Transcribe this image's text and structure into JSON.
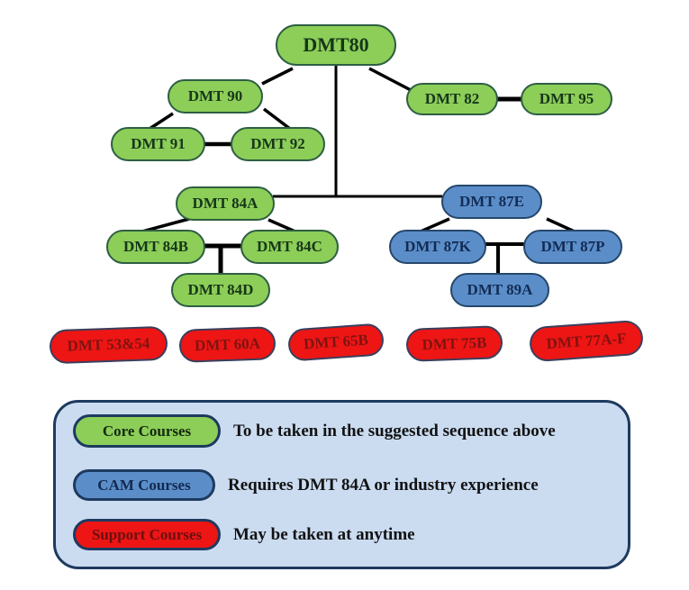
{
  "diagram": {
    "nodes": [
      {
        "id": "dmt80",
        "label": "DMT80",
        "type": "core"
      },
      {
        "id": "dmt90",
        "label": "DMT 90",
        "type": "core"
      },
      {
        "id": "dmt82",
        "label": "DMT 82",
        "type": "core"
      },
      {
        "id": "dmt95",
        "label": "DMT 95",
        "type": "core"
      },
      {
        "id": "dmt91",
        "label": "DMT 91",
        "type": "core"
      },
      {
        "id": "dmt92",
        "label": "DMT 92",
        "type": "core"
      },
      {
        "id": "dmt84a",
        "label": "DMT 84A",
        "type": "core"
      },
      {
        "id": "dmt87e",
        "label": "DMT 87E",
        "type": "cam"
      },
      {
        "id": "dmt84b",
        "label": "DMT 84B",
        "type": "core"
      },
      {
        "id": "dmt84c",
        "label": "DMT 84C",
        "type": "core"
      },
      {
        "id": "dmt87k",
        "label": "DMT 87K",
        "type": "cam"
      },
      {
        "id": "dmt87p",
        "label": "DMT 87P",
        "type": "cam"
      },
      {
        "id": "dmt84d",
        "label": "DMT 84D",
        "type": "core"
      },
      {
        "id": "dmt89a",
        "label": "DMT 89A",
        "type": "cam"
      },
      {
        "id": "dmt5354",
        "label": "DMT 53&54",
        "type": "support"
      },
      {
        "id": "dmt60a",
        "label": "DMT 60A",
        "type": "support"
      },
      {
        "id": "dmt65b",
        "label": "DMT 65B",
        "type": "support"
      },
      {
        "id": "dmt75b",
        "label": "DMT 75B",
        "type": "support"
      },
      {
        "id": "dmt77af",
        "label": "DMT 77A-F",
        "type": "support"
      }
    ],
    "edges": [
      {
        "from": "DMT80",
        "to": "DMT 90"
      },
      {
        "from": "DMT80",
        "to": "DMT 82"
      },
      {
        "from": "DMT 82",
        "to": "DMT 95"
      },
      {
        "from": "DMT 90",
        "to": "DMT 91"
      },
      {
        "from": "DMT 90",
        "to": "DMT 92"
      },
      {
        "from": "DMT 91",
        "to": "DMT 92"
      },
      {
        "from": "DMT80",
        "to": "DMT 84A & DMT 87E"
      },
      {
        "from": "DMT 84A",
        "to": "DMT 87E"
      },
      {
        "from": "DMT 84A",
        "to": "DMT 84B"
      },
      {
        "from": "DMT 84A",
        "to": "DMT 84C"
      },
      {
        "from": "DMT 84B",
        "to": "DMT 84C"
      },
      {
        "from": "DMT 84B & DMT 84C",
        "to": "DMT 84D"
      },
      {
        "from": "DMT 87E",
        "to": "DMT 87K"
      },
      {
        "from": "DMT 87E",
        "to": "DMT 87P"
      },
      {
        "from": "DMT 87K",
        "to": "DMT 87P"
      },
      {
        "from": "DMT 87K & DMT 87P",
        "to": "DMT 89A"
      }
    ]
  },
  "legend": {
    "items": [
      {
        "label": "Core Courses",
        "description": "To be taken in the suggested sequence above",
        "color": "#8CCE58"
      },
      {
        "label": "CAM Courses",
        "description": "Requires DMT 84A or industry experience",
        "color": "#5B8EC9"
      },
      {
        "label": "Support Courses",
        "description": "May be taken at anytime",
        "color": "#EE1515"
      }
    ]
  },
  "colors": {
    "core_fill": "#8CCE58",
    "core_border": "#2E5E43",
    "core_text": "#17361A",
    "cam_fill": "#5B8EC9",
    "cam_border": "#25476B",
    "cam_text": "#132C55",
    "support_fill": "#EE1515",
    "support_border": "#3A3F5C",
    "support_text": "#7E1410",
    "legend_fill": "#CBDCF1",
    "legend_border": "#1E3A5F",
    "edge": "#000000"
  }
}
